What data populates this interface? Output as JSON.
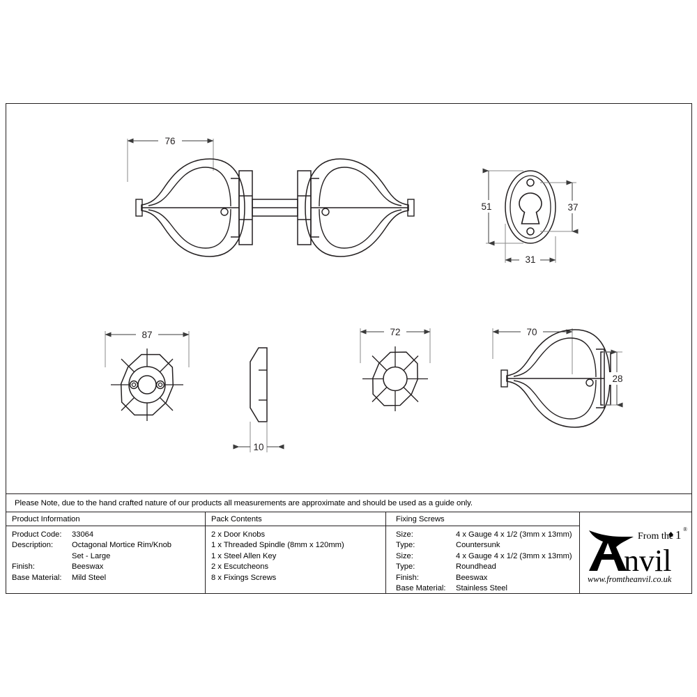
{
  "sheet": {
    "note": "Please Note, due to the hand crafted nature of our products all measurements are approximate and should be used as a guide only."
  },
  "dimensions": {
    "assembly_width": "76",
    "escutcheon_height": "51",
    "escutcheon_keyhole_height": "37",
    "escutcheon_width": "31",
    "rose_width": "87",
    "rose_thickness": "10",
    "knob_face_width": "72",
    "knob_side_width": "70",
    "knob_projection": "28"
  },
  "table": {
    "product_information": {
      "header": "Product Information",
      "rows": [
        {
          "key": "Product Code:",
          "value": "33064"
        },
        {
          "key": "Description:",
          "value": "Octagonal Mortice Rim/Knob"
        },
        {
          "key": "",
          "value": "Set - Large"
        },
        {
          "key": "Finish:",
          "value": "Beeswax"
        },
        {
          "key": "Base Material:",
          "value": "Mild Steel"
        }
      ]
    },
    "pack_contents": {
      "header": "Pack Contents",
      "items": [
        "2 x Door Knobs",
        "1 x Threaded Spindle (8mm x 120mm)",
        "1 x Steel Allen Key",
        "2 x Escutcheons",
        "8 x Fixings Screws"
      ]
    },
    "fixing_screws": {
      "header": "Fixing Screws",
      "rows": [
        {
          "key": "Size:",
          "value": "4 x Gauge 4 x 1/2 (3mm x 13mm)"
        },
        {
          "key": "Type:",
          "value": "Countersunk"
        },
        {
          "key": "Size:",
          "value": "4 x Gauge 4 x 1/2 (3mm x 13mm)"
        },
        {
          "key": "Type:",
          "value": "Roundhead"
        },
        {
          "key": "Finish:",
          "value": "Beeswax"
        },
        {
          "key": "Base Material:",
          "value": "Stainless Steel"
        }
      ]
    },
    "logo": {
      "line1": "From the",
      "brand": "Anvil",
      "url": "www.fromtheanvil.co.uk",
      "registered": "®"
    }
  }
}
